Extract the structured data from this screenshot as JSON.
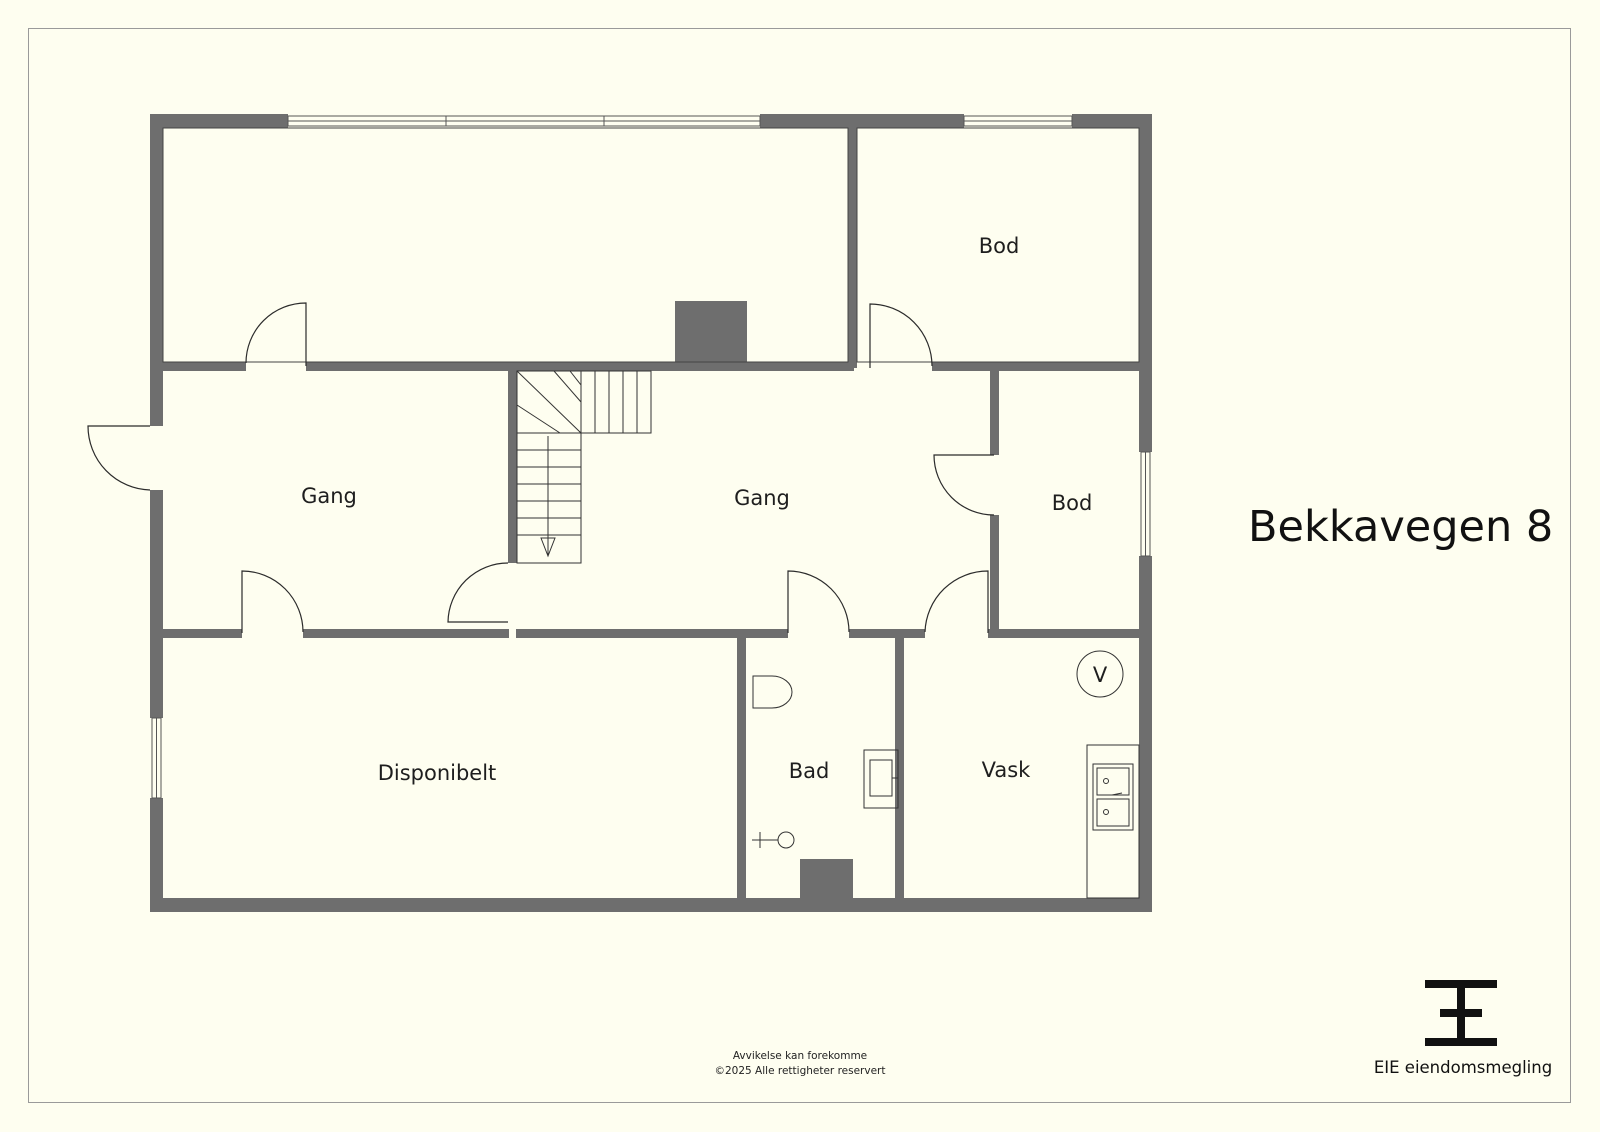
{
  "plan": {
    "address": "Bekkavegen 8",
    "rooms": [
      {
        "label": "Bod"
      },
      {
        "label": "Gang"
      },
      {
        "label": "Gang"
      },
      {
        "label": "Bod"
      },
      {
        "label": "Disponibelt"
      },
      {
        "label": "Bad"
      },
      {
        "label": "Vask"
      }
    ],
    "fixture_labels": {
      "water_heater": "V"
    },
    "colors": {
      "background": "#fefef0",
      "wall": "#6e6e6e",
      "line": "#333333"
    }
  },
  "footer": {
    "disclaimer_line1": "Avvikelse kan forekomme",
    "disclaimer_line2": "©2025 Alle rettigheter reservert"
  },
  "brand": {
    "logo_icon": "eie-logo-icon",
    "name": "EIE eiendomsmegling"
  }
}
